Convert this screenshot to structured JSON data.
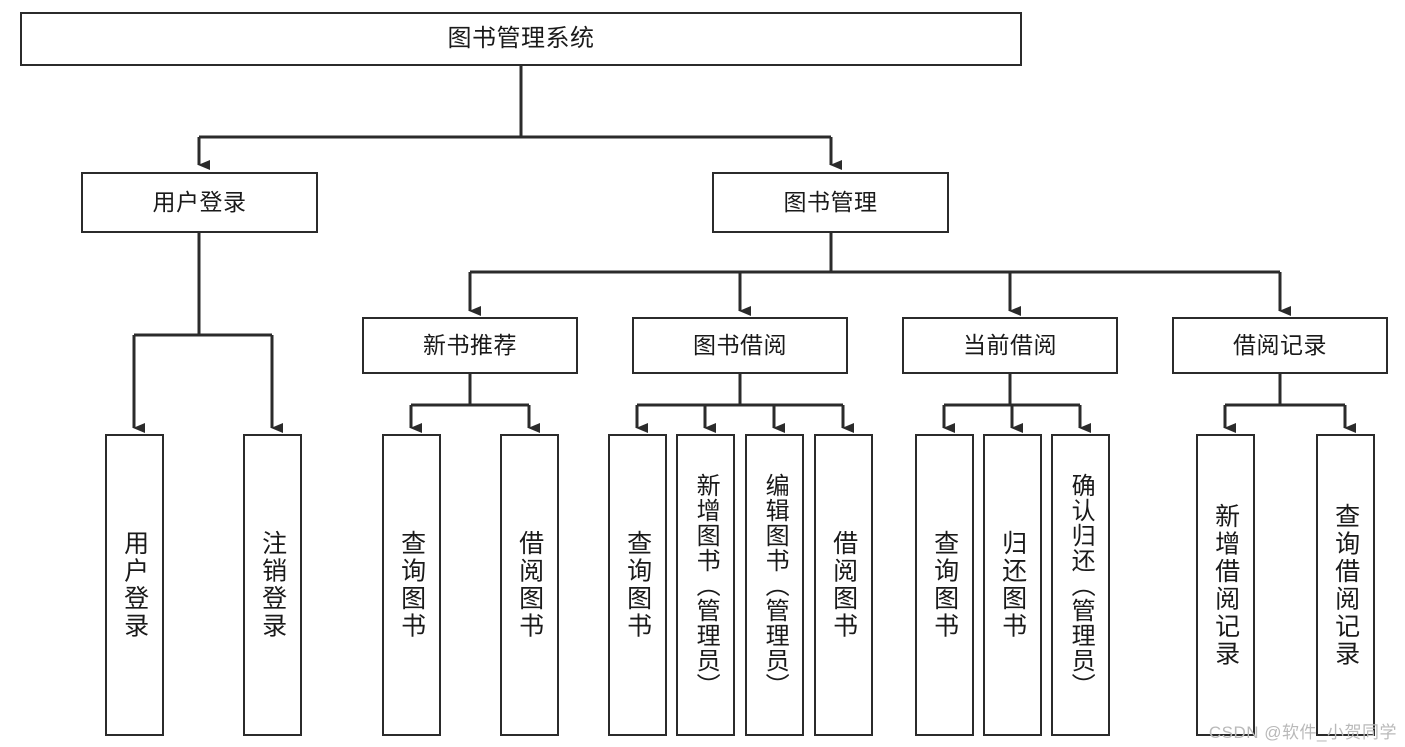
{
  "diagram": {
    "title": "图书管理系统",
    "type": "functional-structure-tree",
    "levels": 4
  },
  "nodes": {
    "root": {
      "label": "图书管理系统"
    },
    "level1": [
      {
        "label": "用户登录"
      },
      {
        "label": "图书管理"
      }
    ],
    "level2": [
      {
        "label": "新书推荐"
      },
      {
        "label": "图书借阅"
      },
      {
        "label": "当前借阅"
      },
      {
        "label": "借阅记录"
      }
    ],
    "leaves": {
      "user_login": [
        {
          "label": "用户登录"
        },
        {
          "label": "注销登录"
        }
      ],
      "new_book": [
        {
          "label": "查询图书"
        },
        {
          "label": "借阅图书"
        }
      ],
      "book_borrow": [
        {
          "label": "查询图书"
        },
        {
          "label": "新增图书（管理员）"
        },
        {
          "label": "编辑图书（管理员）"
        },
        {
          "label": "借阅图书"
        }
      ],
      "current_borrow": [
        {
          "label": "查询图书"
        },
        {
          "label": "归还图书"
        },
        {
          "label": "确认归还（管理员）"
        }
      ],
      "borrow_record": [
        {
          "label": "新增借阅记录"
        },
        {
          "label": "查询借阅记录"
        }
      ]
    }
  },
  "watermark": {
    "text": "CSDN @软件_小贺同学"
  },
  "colors": {
    "stroke": "#2b2b2b",
    "fill": "#ffffff",
    "text": "#1a1a1a",
    "watermark": "#b9b9b9"
  }
}
